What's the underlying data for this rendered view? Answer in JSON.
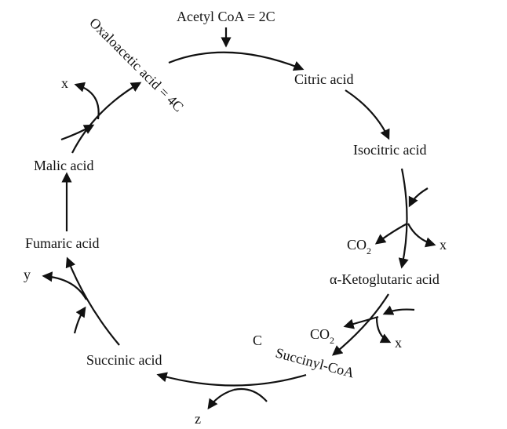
{
  "diagram": {
    "title": "Krebs cycle",
    "input": "Acetyl CoA = 2C",
    "compounds": {
      "oxaloacetic": "Oxaloacetic acid = 4C",
      "citric": "Citric acid",
      "isocitric": "Isocitric acid",
      "ketoglutaric": "α-Ketoglutaric acid",
      "succinyl": "Succinyl-CoA",
      "succinic": "Succinic acid",
      "fumaric": "Fumaric acid",
      "malic": "Malic acid"
    },
    "labels": {
      "co2_main": "CO",
      "co2_sub": "2",
      "x": "x",
      "y": "y",
      "z": "z",
      "c": "C"
    }
  }
}
